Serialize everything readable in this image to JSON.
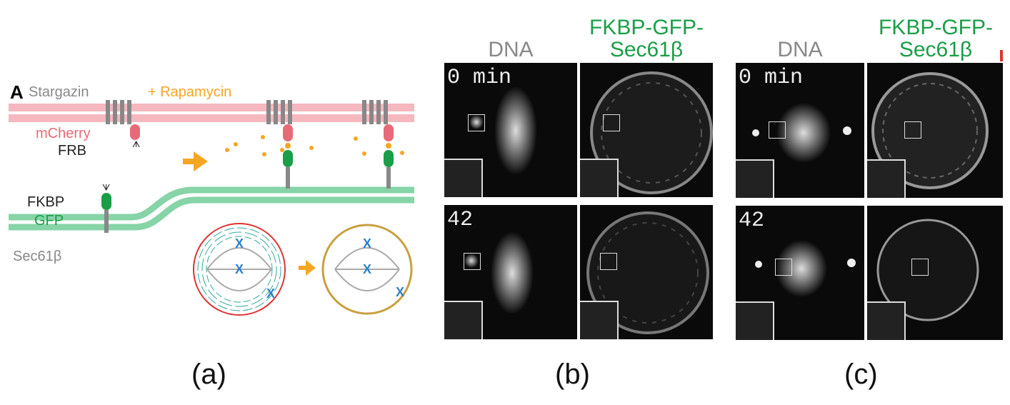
{
  "panel_a": {
    "letter": "A",
    "stargazin": "Stargazin",
    "rapamycin": "+ Rapamycin",
    "mcherry": "mCherry",
    "frb": "FRB",
    "fkbp": "FKBP",
    "gfp": "GFP",
    "sec61": "Sec61β",
    "colors": {
      "membrane_pm": "#f5b8be",
      "membrane_er": "#86d4a8",
      "mcherry": "#e86a78",
      "gfp": "#1a9e48",
      "rapamycin": "#f5a623",
      "chromosome": "#2f7fc8"
    }
  },
  "panel_b": {
    "dna_header": "DNA",
    "gfp_header_1": "FKBP-GFP-",
    "gfp_header_2": "Sec61β",
    "time_0": "0  min",
    "time_42": "42"
  },
  "panel_c": {
    "dna_header": "DNA",
    "gfp_header_1": "FKBP-GFP-",
    "gfp_header_2": "Sec61β",
    "time_0": "0  min",
    "time_42": "42"
  },
  "captions": {
    "a": "(a)",
    "b": "(b)",
    "c": "(c)"
  }
}
